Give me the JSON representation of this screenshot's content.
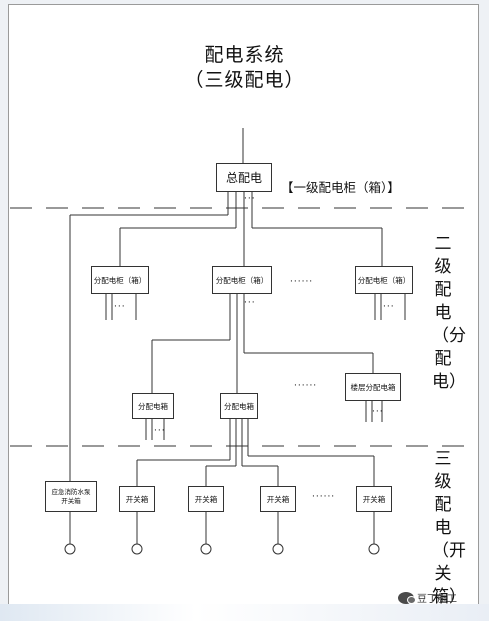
{
  "title": "配电系统",
  "subtitle": "（三级配电）",
  "level_labels": {
    "level1": "【一级配电柜（箱）】",
    "level2": "二级配电（分配电）",
    "level3": "三级配电（开关箱）"
  },
  "nodes": {
    "main": "总配电",
    "cabinet": "分配电柜（箱）",
    "box": "分配电箱",
    "floor_box": "楼层分配电箱",
    "fire_pump_line1": "应急消防水泵",
    "fire_pump_line2": "开关箱",
    "switch": "开关箱"
  },
  "ellipses": {
    "short": "···",
    "long": "······"
  },
  "brand": "豆丁施工"
}
